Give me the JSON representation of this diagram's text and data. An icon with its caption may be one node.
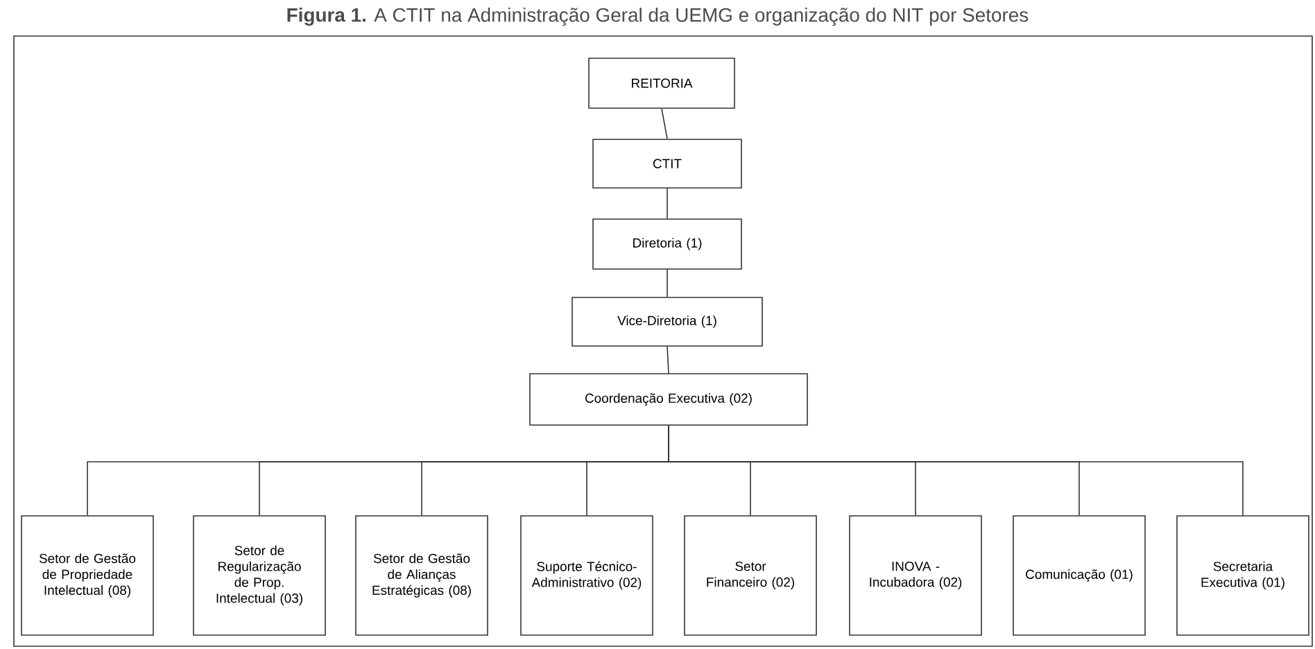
{
  "diagram": {
    "title": "**Figura 1.** A CTIT na Administração Geral da UEMG e organização do NIT por Setores",
    "nodes": [
      {
        "text": [
          "REITORIA"
        ]
      },
      {
        "text": [
          "CTIT"
        ]
      },
      {
        "text": [
          "Diretoria (1)"
        ]
      },
      {
        "text": [
          "Vice-Diretoria (1)"
        ]
      },
      {
        "text": [
          "Coordenação Executiva (02)"
        ]
      },
      {
        "text": [
          "Setor de Gestão de Propriedade Intelectual (08)"
        ]
      },
      {
        "text": [
          "Setor de Regularização de Prop. Intelectual (03)"
        ]
      },
      {
        "text": [
          "Setor de Gestão de Alianças Estratégicas (08)"
        ]
      },
      {
        "text": [
          "Suporte Técnico-Administrativo (02)"
        ]
      },
      {
        "text": [
          "Setor Financeiro (02)"
        ]
      },
      {
        "text": [
          "INOVA - Incubadora (02)"
        ]
      },
      {
        "text": [
          "Comunicação (01)"
        ]
      },
      {
        "text": [
          "Secretaria Executiva (01)"
        ]
      }
    ],
    "edges": [
      {
        "from": 0,
        "to": 1,
        "arrow": "none"
      },
      {
        "from": 1,
        "to": 2,
        "arrow": "none"
      },
      {
        "from": 2,
        "to": 3,
        "arrow": "none"
      },
      {
        "from": 3,
        "to": 4,
        "arrow": "none"
      },
      {
        "from": 4,
        "to": 5,
        "arrow": "none"
      },
      {
        "from": 4,
        "to": 6,
        "arrow": "none"
      },
      {
        "from": 4,
        "to": 7,
        "arrow": "none"
      },
      {
        "from": 4,
        "to": 8,
        "arrow": "none"
      },
      {
        "from": 4,
        "to": 9,
        "arrow": "none"
      },
      {
        "from": 4,
        "to": 10,
        "arrow": "none"
      },
      {
        "from": 4,
        "to": 11,
        "arrow": "none"
      },
      {
        "from": 4,
        "to": 12,
        "arrow": "none"
      }
    ]
  }
}
